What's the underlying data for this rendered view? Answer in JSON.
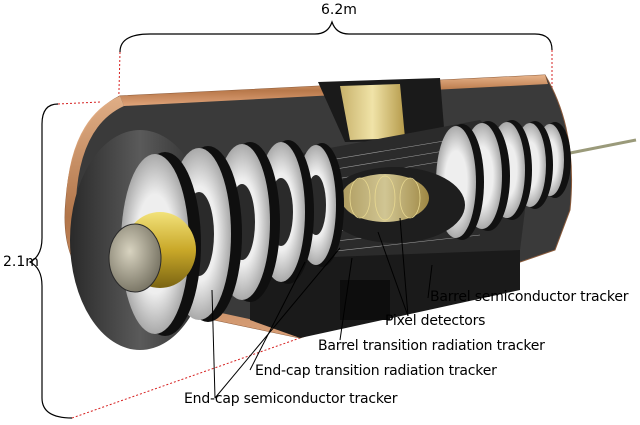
{
  "dimensions": {
    "length": "6.2m",
    "diameter": "2.1m"
  },
  "labels": {
    "barrel_sct": "Barrel semiconductor tracker",
    "pixel": "Pixel detectors",
    "barrel_trt": "Barrel transition radiation tracker",
    "endcap_trt": "End-cap transition radiation tracker",
    "endcap_sct": "End-cap semiconductor tracker"
  },
  "colors": {
    "dimension_dashes": "#d62020",
    "copper_shell": "#c98a5a",
    "yellow_tube": "#d9c23a",
    "disk_grey": "#c8c8c8",
    "module_black": "#111111"
  }
}
